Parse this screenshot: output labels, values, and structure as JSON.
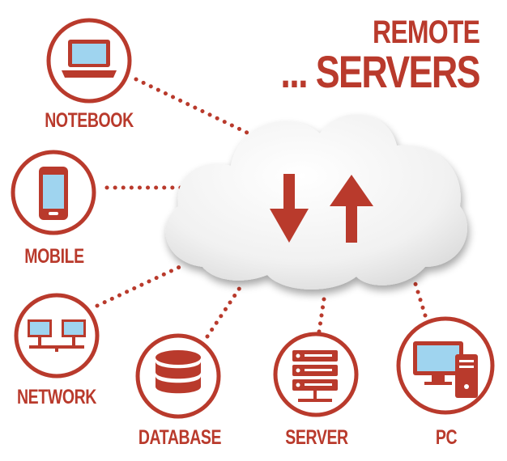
{
  "title": {
    "line1": "REMOTE",
    "line2": "... SERVERS"
  },
  "nodes": {
    "notebook": "NOTEBOOK",
    "mobile": "MOBILE",
    "network": "NETWORK",
    "database": "DATABASE",
    "server": "SERVER",
    "pc": "PC"
  },
  "colors": {
    "accent": "#b93a2c",
    "screen": "#9fd4ef",
    "cloud": "#eeeeee"
  },
  "icons": [
    "laptop-icon",
    "smartphone-icon",
    "network-icon",
    "database-icon",
    "server-rack-icon",
    "desktop-pc-icon",
    "download-arrow-icon",
    "upload-arrow-icon",
    "cloud-icon"
  ]
}
